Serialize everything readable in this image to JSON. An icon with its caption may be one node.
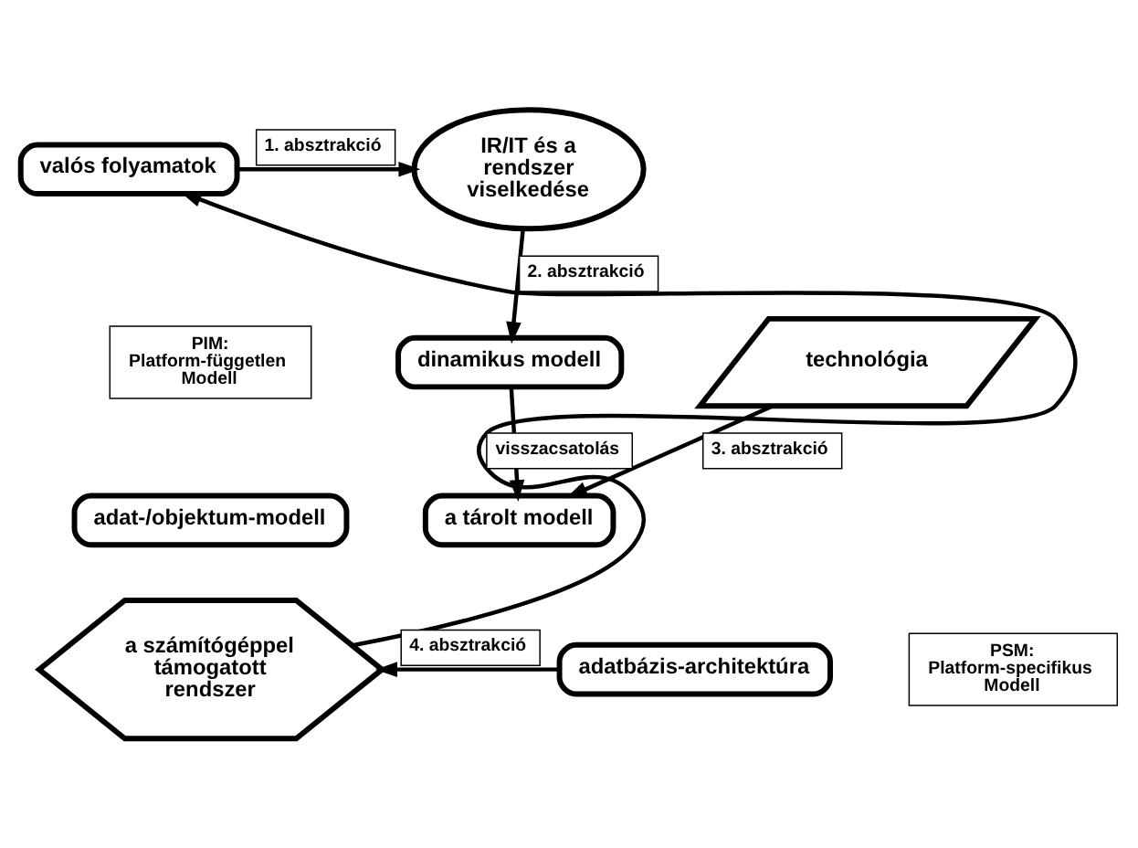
{
  "diagram": {
    "nodes": [
      {
        "text": [
          "valós folyamatok"
        ]
      },
      {
        "text": [
          "IR/IT és a rendszer viselkedése"
        ]
      },
      {
        "text": [
          "technológia"
        ]
      },
      {
        "text": [
          "PIM: Platform-független Modell"
        ]
      },
      {
        "text": [
          "dinamikus modell"
        ]
      },
      {
        "text": [
          "adat-/objektum-modell"
        ]
      },
      {
        "text": [
          "a tárolt modell"
        ]
      },
      {
        "text": [
          "a számítógéppel támogatott rendszer"
        ]
      },
      {
        "text": [
          "adatbázis-architektúra"
        ]
      },
      {
        "text": [
          "PSM: Platform-specifikus Modell"
        ]
      }
    ],
    "edges": [
      {
        "from": 0,
        "to": 1,
        "arrow": "to",
        "label": "1. absztrakció"
      },
      {
        "from": 1,
        "to": 4,
        "arrow": "to",
        "label": "2. absztrakció"
      },
      {
        "from": 2,
        "to": 6,
        "arrow": "to",
        "label": "3. absztrakció"
      },
      {
        "from": 4,
        "to": 6,
        "arrow": "to"
      },
      {
        "from": 8,
        "to": 7,
        "arrow": "to",
        "label": "4. absztrakció"
      },
      {
        "from": 7,
        "to": 0,
        "arrow": "to",
        "label": "visszacsatolás"
      }
    ]
  }
}
